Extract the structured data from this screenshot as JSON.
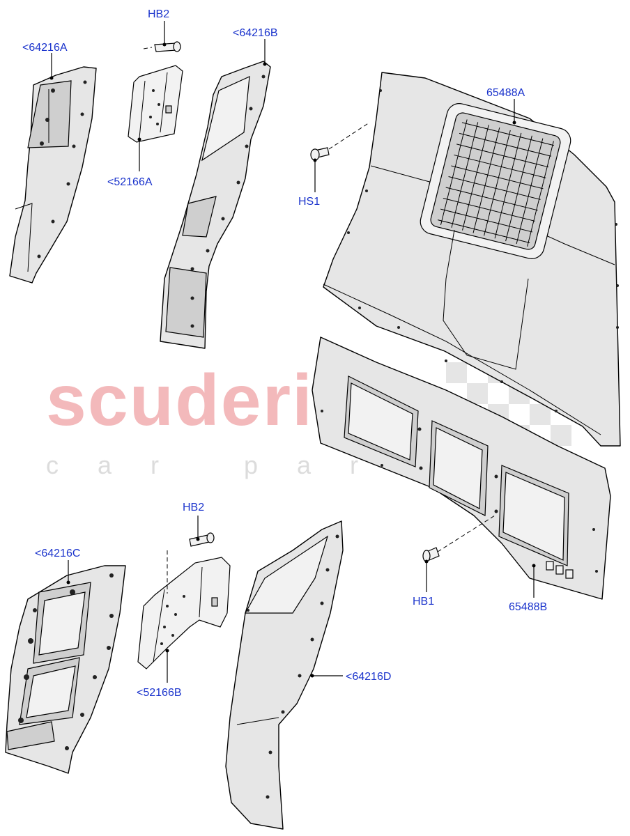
{
  "watermark": {
    "brand": "scuderia",
    "tagline": "car parts"
  },
  "callouts": {
    "c64216A": "<64216A",
    "hb2_top": "HB2",
    "c52166A": "<52166A",
    "c64216B": "<64216B",
    "c65488A": "65488A",
    "hs1": "HS1",
    "c64216C": "<64216C",
    "hb2_bottom": "HB2",
    "c52166B": "<52166B",
    "c64216D": "<64216D",
    "hb1": "HB1",
    "c65488B": "65488B"
  },
  "colors": {
    "callout_text": "#1a33cc",
    "watermark_red": "#f3b9bb",
    "watermark_grey": "#dcdcdc"
  }
}
